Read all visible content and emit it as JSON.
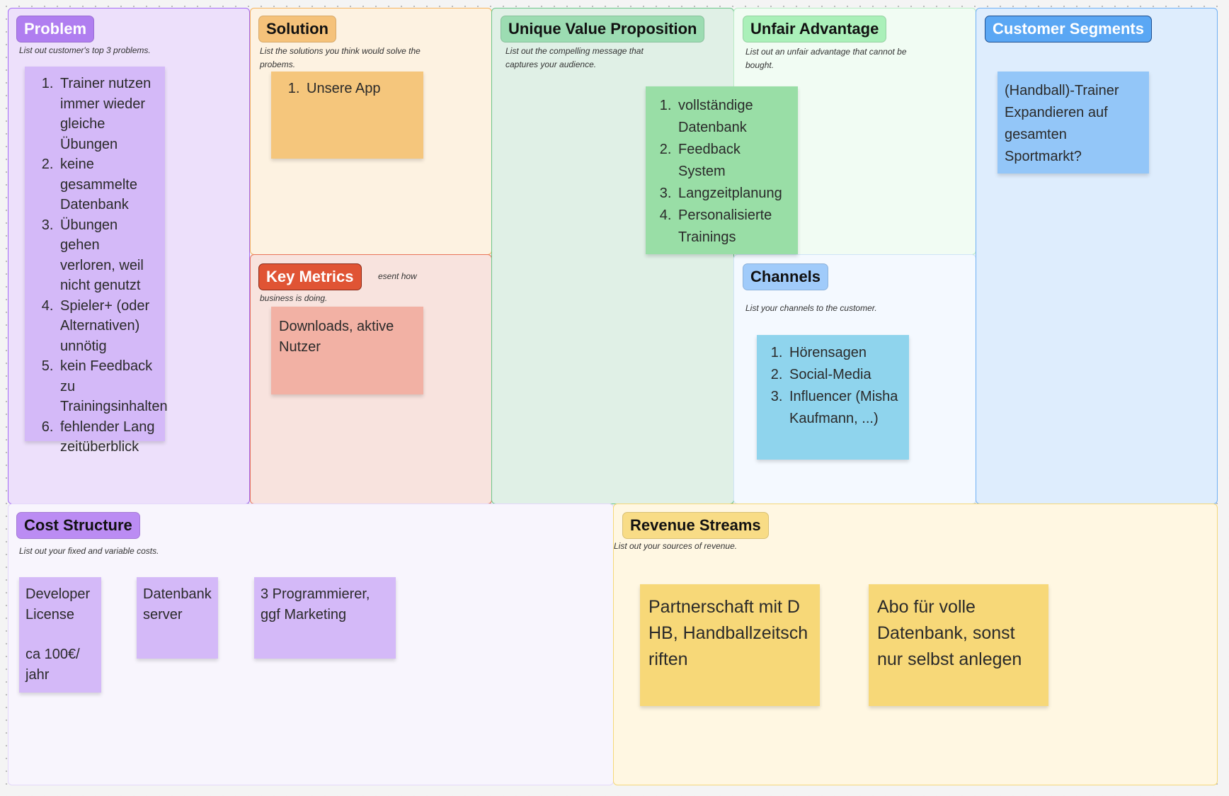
{
  "problem": {
    "title": "Problem",
    "description": "List out customer's top 3 problems.",
    "items": [
      "Trainer nutzen immer wieder gleiche Übungen",
      "keine gesammelte Datenbank",
      "Übungen gehen verloren, weil nicht genutzt",
      "Spieler+ (oder Alternativen) unnötig",
      "kein Feedback zu Trainingsinhalten",
      "fehlender Langzeitüberblick"
    ]
  },
  "solution": {
    "title": "Solution",
    "description": "List the solutions you think would solve the probems.",
    "items": [
      "Unsere App"
    ]
  },
  "key_metrics": {
    "title": "Key Metrics",
    "description_line1": "esent how",
    "description_line2": "business is doing.",
    "note": "Downloads, aktive Nutzer"
  },
  "uvp": {
    "title": "Unique Value Proposition",
    "description": "List out the compelling message that captures your audience.",
    "items": [
      "vollständige Datenbank",
      "Feedback System",
      "Langzeitplanung",
      "Personalisierte Trainings"
    ]
  },
  "unfair_advantage": {
    "title": "Unfair Advantage",
    "description": "List out an unfair advantage that cannot be bought."
  },
  "channels": {
    "title": "Channels",
    "description": "List your channels to the customer.",
    "items": [
      "Hörensagen",
      "Social-Media",
      "Influencer (Misha Kaufmann, ...)"
    ]
  },
  "customer_segments": {
    "title": "Customer Segments",
    "note": "(Handball)-Trainer Expandieren auf gesamten Sportmarkt?"
  },
  "cost_structure": {
    "title": "Cost Structure",
    "description": "List out your fixed and variable costs.",
    "notes": [
      {
        "line1": "Developer License",
        "line2": "ca 100€/ jahr"
      },
      {
        "line1": "Datenbank server"
      },
      {
        "line1": "3 Programmierer, ggf Marketing"
      }
    ]
  },
  "revenue_streams": {
    "title": "Revenue Streams",
    "description": "List out your sources of revenue.",
    "notes": [
      "Partnerschaft mit DHB, Handballzeitschriften",
      "Abo für volle Datenbank, sonst nur selbst anlegen"
    ]
  }
}
